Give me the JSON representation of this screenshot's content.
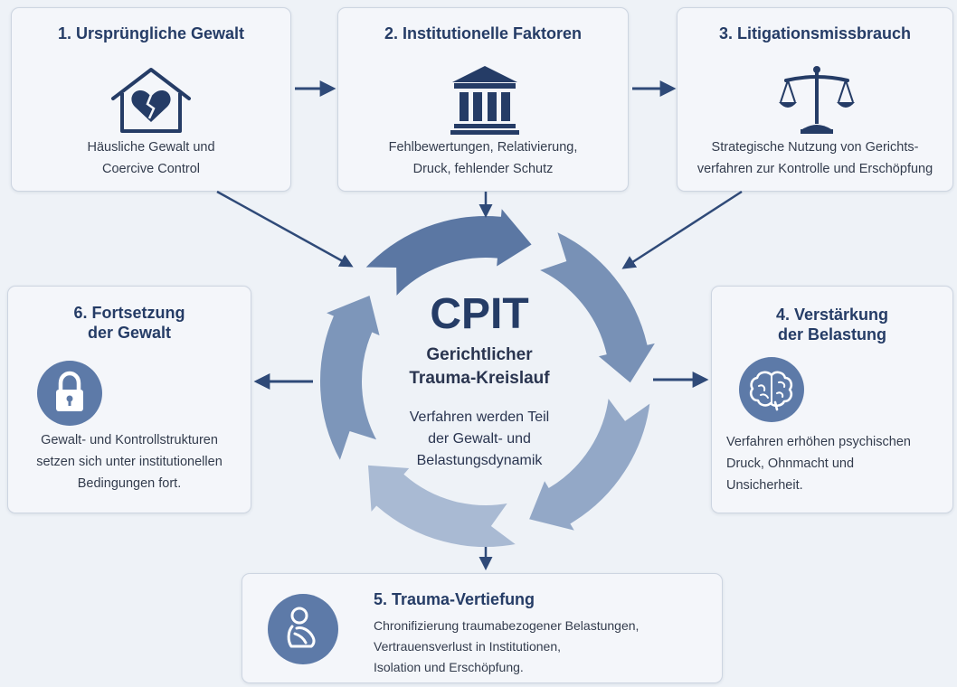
{
  "boxes": {
    "b1": {
      "title": "1. Ursprüngliche Gewalt",
      "lines": [
        "Häusliche Gewalt und",
        "Coercive Control"
      ],
      "icon": "broken-heart-house-icon"
    },
    "b2": {
      "title": "2. Institutionelle Faktoren",
      "lines": [
        "Fehlbewertungen, Relativierung,",
        "Druck, fehlender Schutz"
      ],
      "icon": "courthouse-icon"
    },
    "b3": {
      "title": "3. Litigationsmissbrauch",
      "lines": [
        "Strategische Nutzung von Gerichts-",
        "verfahren zur Kontrolle und Erschöpfung"
      ],
      "icon": "scales-icon"
    },
    "b4": {
      "title_lines": [
        "4. Verstärkung",
        "der Belastung"
      ],
      "lines": [
        "Verfahren erhöhen psychischen",
        "Druck, Ohnmacht und",
        "Unsicherheit."
      ],
      "icon": "brain-icon"
    },
    "b5": {
      "title": "5. Trauma-Vertiefung",
      "lines": [
        "Chronifizierung traumabezogener Belastungen,",
        "Vertrauensverlust in Institutionen,",
        "Isolation und Erschöpfung."
      ],
      "icon": "huddled-person-icon"
    },
    "b6": {
      "title_lines": [
        "6. Fortsetzung",
        "der Gewalt"
      ],
      "lines": [
        "Gewalt- und Kontrollstrukturen",
        "setzen sich unter institutionellen",
        "Bedingungen fort."
      ],
      "icon": "padlock-icon"
    }
  },
  "center": {
    "acronym": "CPIT",
    "subtitle_lines": [
      "Gerichtlicher",
      "Trauma-Kreislauf"
    ],
    "desc_lines": [
      "Verfahren werden Teil",
      "der Gewalt- und",
      "Belastungsdynamik"
    ]
  },
  "colors": {
    "title": "#253c66",
    "arrow": "#2f4a78",
    "icon_bg": "#5d7aa8",
    "cycle_dark": "#5b77a3",
    "cycle_light": "#b5c3d8"
  }
}
